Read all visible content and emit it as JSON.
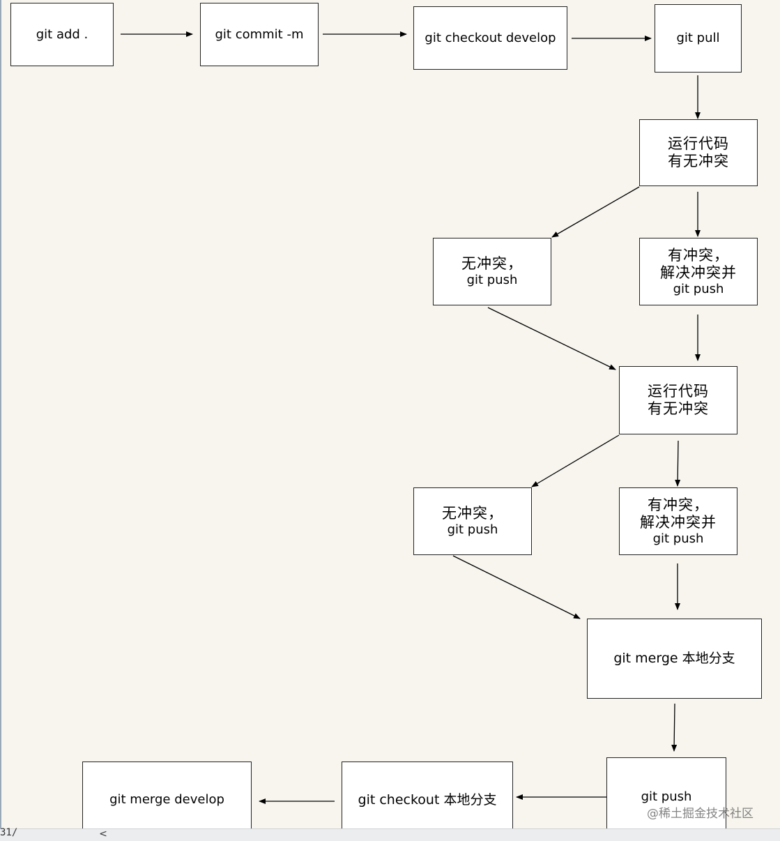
{
  "nodes": {
    "git_add": "git add .",
    "git_commit": "git commit -m",
    "git_checkout_develop": "git checkout develop",
    "git_pull": "git pull",
    "run_code_1": [
      "运行代码",
      "有无冲突"
    ],
    "no_conflict_1": [
      "无冲突，",
      "git push"
    ],
    "has_conflict_1": [
      "有冲突，",
      "解决冲突并",
      "git push"
    ],
    "run_code_2": [
      "运行代码",
      "有无冲突"
    ],
    "no_conflict_2": [
      "无冲突，",
      "git push"
    ],
    "has_conflict_2": [
      "有冲突，",
      "解决冲突并",
      "git push"
    ],
    "git_merge_local": "git merge 本地分支",
    "git_push_final": "git push",
    "git_checkout_local": "git checkout 本地分支",
    "git_merge_develop": "git merge develop"
  },
  "status_text": "31/",
  "scroll_left_glyph": "<",
  "watermark": "@稀土掘金技术社区",
  "colors": {
    "background": "#f7f5ee",
    "box": "#ffffff",
    "line": "#000000"
  }
}
